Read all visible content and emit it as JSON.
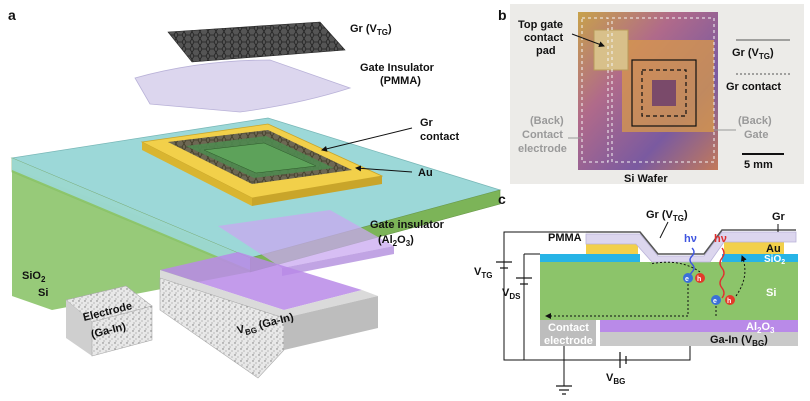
{
  "panels": {
    "a": {
      "label": "a",
      "gr_top": "Gr (V",
      "gr_top_sub": "TG",
      "gr_top_end": ")",
      "gate_insulator_line1": "Gate Insulator",
      "gate_insulator_line2": "(PMMA)",
      "gr_contact_line1": "Gr",
      "gr_contact_line2": "contact",
      "au": "Au",
      "gate_insulator2_line1": "Gate insulator",
      "gate_insulator2_line2a": "(Al",
      "gate_insulator2_sub1": "2",
      "gate_insulator2_mid": "O",
      "gate_insulator2_sub2": "3",
      "gate_insulator2_end": ")",
      "sio2": "SiO",
      "sio2_sub": "2",
      "si": "Si",
      "electrode_line1": "Electrode",
      "electrode_line2": "(Ga-In)",
      "vbg_main": "V",
      "vbg_sub": "BG",
      "vbg_rest": " (Ga-In)"
    },
    "b": {
      "label": "b",
      "top_gate_line1": "Top gate",
      "top_gate_line2": "contact",
      "top_gate_line3": "pad",
      "gr_vtg": "Gr (V",
      "gr_vtg_sub": "TG",
      "gr_vtg_end": ")",
      "gr_contact": "Gr contact",
      "back_contact_line1": "(Back)",
      "back_contact_line2": "Contact",
      "back_contact_line3": "electrode",
      "back_gate_line1": "(Back)",
      "back_gate_line2": "Gate",
      "scale": "5 mm",
      "wafer": "Si Wafer"
    },
    "c": {
      "label": "c",
      "gr_vtg": "Gr (V",
      "gr_vtg_sub": "TG",
      "gr_vtg_end": ")",
      "gr": "Gr",
      "pmma": "PMMA",
      "hv1": "hν",
      "hv2": "hν",
      "au": "Au",
      "sio2": "SiO",
      "sio2_sub": "2",
      "si": "Si",
      "vtg": "V",
      "vtg_sub": "TG",
      "vds": "V",
      "vds_sub": "DS",
      "contact_line1": "Contact",
      "contact_line2": "electrode",
      "al2o3": "Al",
      "al2o3_sub1": "2",
      "al2o3_mid": "O",
      "al2o3_sub2": "3",
      "gain": "Ga-In (V",
      "gain_sub": "BG",
      "gain_end": ")",
      "vbg": "V",
      "vbg_sub": "BG",
      "electron": "e",
      "hole": "h"
    }
  },
  "colors": {
    "graphene": "#3a3a3a",
    "pmma": "#dcd6ee",
    "au": "#f2d04a",
    "sio2": "#9cd8d8",
    "si": "#8cc46a",
    "al2o3": "#b98ae8",
    "gain": "#c9c9c9",
    "electron": "#3a6fd8",
    "hole": "#e23a2a",
    "hv_blue": "#3f55e0",
    "hv_red": "#e03030"
  }
}
